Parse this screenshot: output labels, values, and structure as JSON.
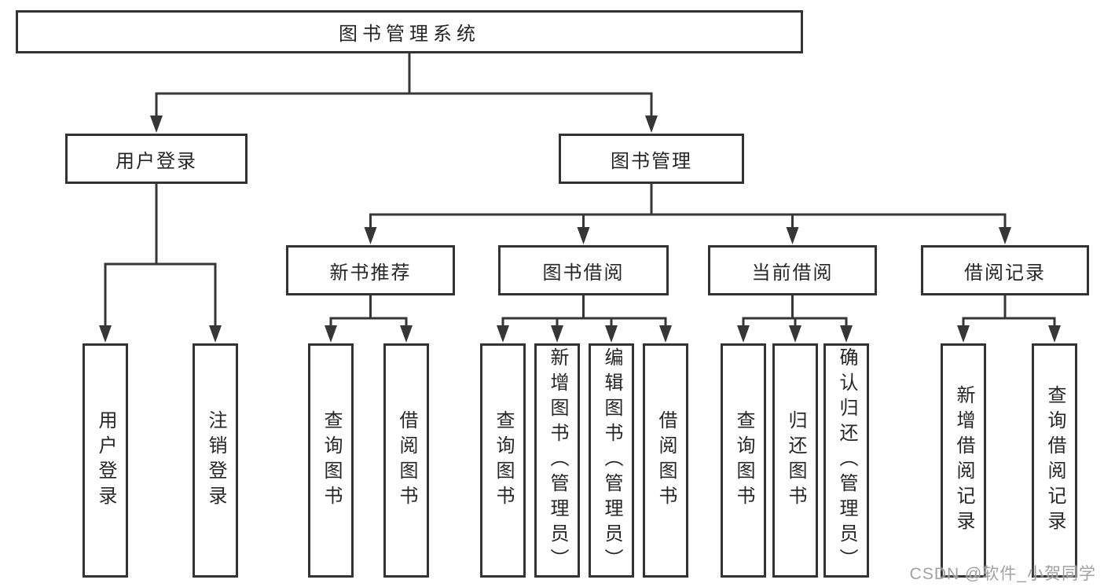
{
  "diagram": {
    "root": {
      "label": "图书管理系统",
      "children": [
        {
          "label": "用户登录",
          "children": [
            {
              "label": "用户登录"
            },
            {
              "label": "注销登录"
            }
          ]
        },
        {
          "label": "图书管理",
          "children": [
            {
              "label": "新书推荐",
              "children": [
                {
                  "label": "查询图书"
                },
                {
                  "label": "借阅图书"
                }
              ]
            },
            {
              "label": "图书借阅",
              "children": [
                {
                  "label": "查询图书"
                },
                {
                  "label": "新增图书（管理员）"
                },
                {
                  "label": "编辑图书（管理员）"
                },
                {
                  "label": "借阅图书"
                }
              ]
            },
            {
              "label": "当前借阅",
              "children": [
                {
                  "label": "查询图书"
                },
                {
                  "label": "归还图书"
                },
                {
                  "label": "确认归还（管理员）"
                }
              ]
            },
            {
              "label": "借阅记录",
              "children": [
                {
                  "label": "新增借阅记录"
                },
                {
                  "label": "查询借阅记录"
                }
              ]
            }
          ]
        }
      ]
    }
  },
  "watermark": {
    "text": "CSDN @软件_小贺同学"
  },
  "colors": {
    "line": "#363636",
    "box_border": "#333333",
    "box_background": "#ffffff",
    "text": "#262626",
    "page_background": "#ffffff",
    "watermark": "#949494"
  }
}
